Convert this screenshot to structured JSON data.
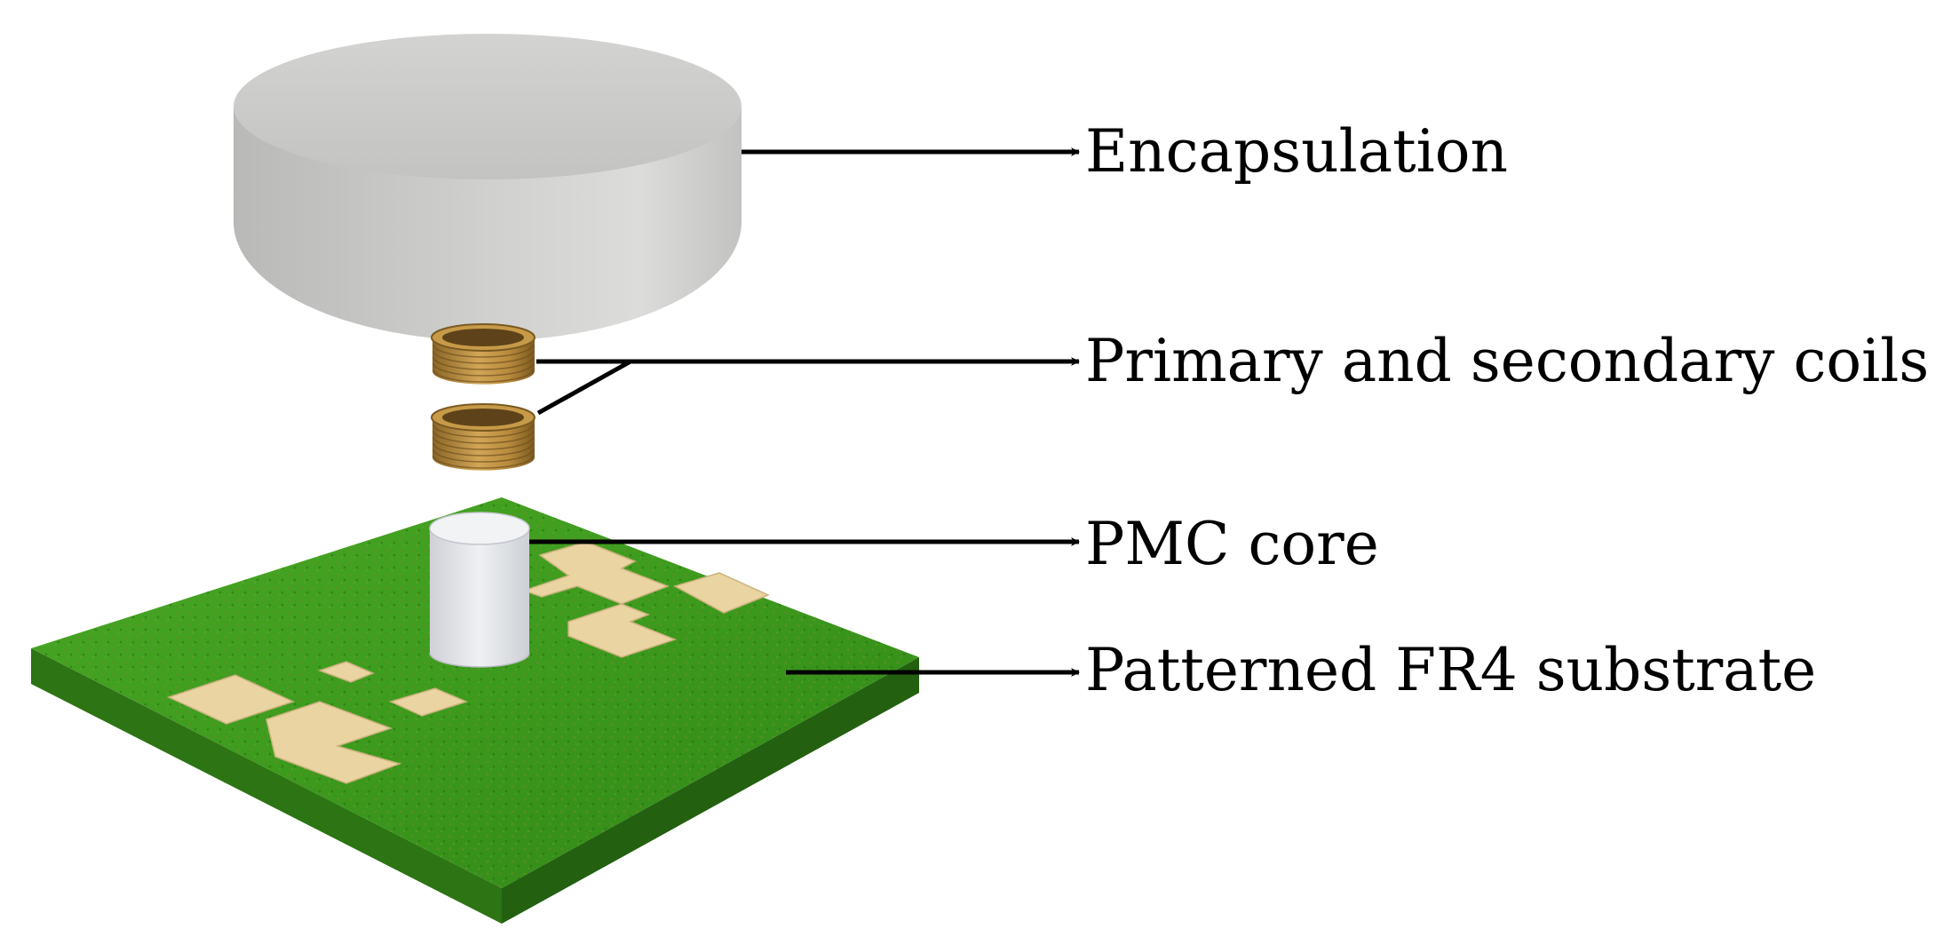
{
  "labels": {
    "encapsulation": "Encapsulation",
    "coils": "Primary and secondary coils",
    "core": "PMC core",
    "substrate": "Patterned FR4 substrate"
  },
  "colors": {
    "substrate": "#3f9a1f",
    "substrate_side": "#2c6e14",
    "pads": "#e8d3a0",
    "coil": "#b98a3a",
    "core": "#e4e6ea",
    "encapsulation": "#c7c7c5",
    "arrow": "#000000"
  }
}
